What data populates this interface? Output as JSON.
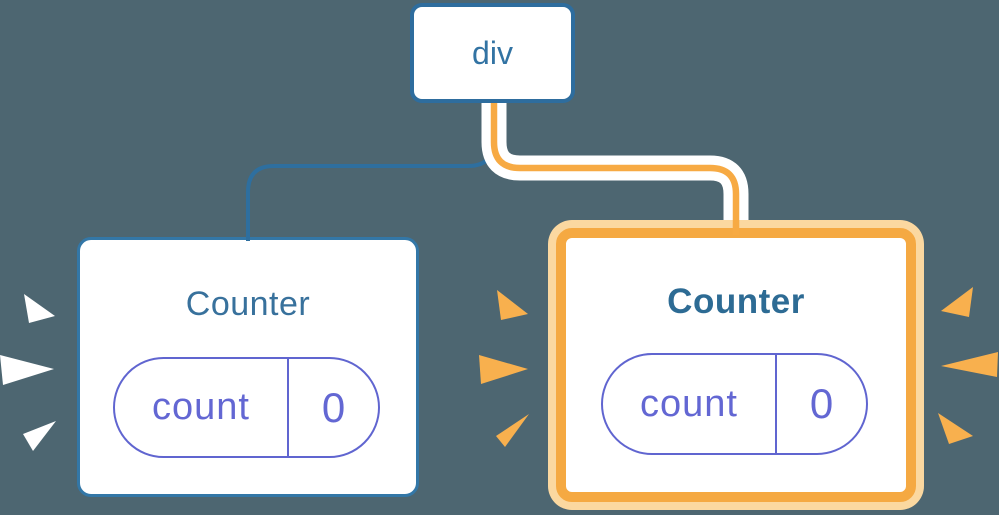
{
  "diagram": {
    "description_visible_text_only": "",
    "root_node": {
      "label": "div"
    },
    "left_component": {
      "title": "Counter",
      "state": {
        "key": "count",
        "value": "0"
      }
    },
    "right_component": {
      "title": "Counter",
      "state": {
        "key": "count",
        "value": "0"
      }
    }
  },
  "colors": {
    "background": "#4d6671",
    "node_border_blue": "#2e6d9e",
    "node_text_blue": "#3273a3",
    "card_border_blue": "#3377a7",
    "title_blue": "#38719c",
    "title_blue_bold": "#2d6b94",
    "state_purple": "#6367d3",
    "pill_border_purple": "#6065d0",
    "highlight_orange": "#f5a942",
    "highlight_cream": "#fbd8a0",
    "connector_blue": "#2e6f9f",
    "connector_orange": "#f7aa43",
    "connector_casing": "#ffffff",
    "spark_white": "#ffffff",
    "spark_orange": "#f8b04e"
  },
  "icons": {
    "left_sparks": "burst-spark-white",
    "right_sparks": "burst-spark-orange"
  }
}
